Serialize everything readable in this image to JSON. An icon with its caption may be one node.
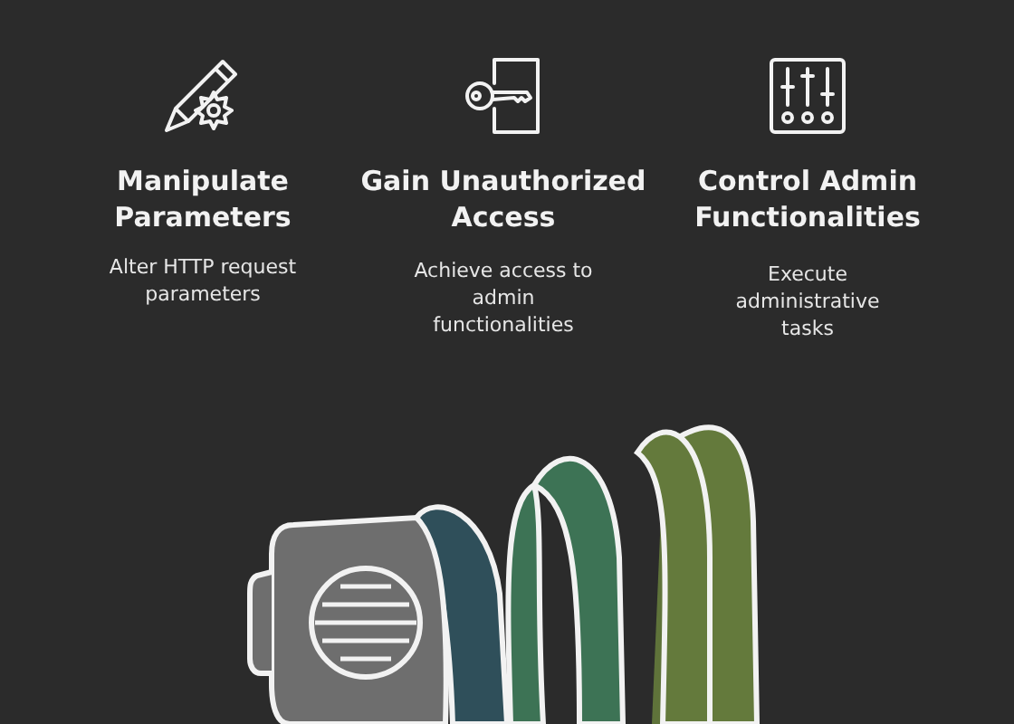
{
  "diagram": {
    "labels": [
      "Manipulate Parameters",
      "Alter HTTP request parameters",
      "Gain Unauthorized Access",
      "Achieve access to admin functionalities",
      "Control Admin Functionalities",
      "Execute administrative tasks"
    ]
  }
}
